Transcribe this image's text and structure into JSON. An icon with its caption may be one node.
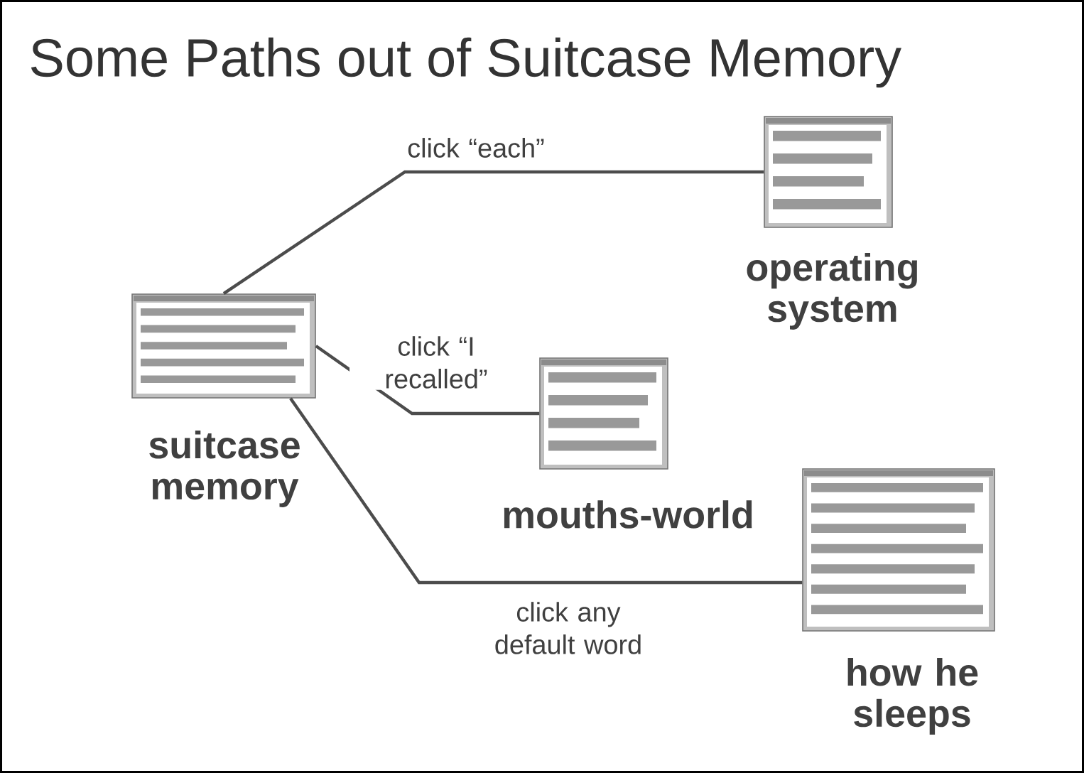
{
  "diagram": {
    "title": "Some Paths out of Suitcase Memory",
    "nodes": [
      {
        "text": [],
        "shape": "picture",
        "beside": [
          "suitcase memory"
        ]
      },
      {
        "text": [],
        "shape": "picture",
        "beside": [
          "operating system"
        ]
      },
      {
        "text": [],
        "shape": "picture",
        "beside": [
          "mouths-world"
        ]
      },
      {
        "text": [],
        "shape": "picture",
        "beside": [
          "how he sleeps"
        ]
      }
    ],
    "edges": [
      {
        "from": 0,
        "to": 1,
        "arrow": "none",
        "label": "click “each”"
      },
      {
        "from": 0,
        "to": 2,
        "arrow": "none",
        "label": "click “I recalled”"
      },
      {
        "from": 0,
        "to": 3,
        "arrow": "none",
        "label": "click any default word"
      }
    ]
  }
}
